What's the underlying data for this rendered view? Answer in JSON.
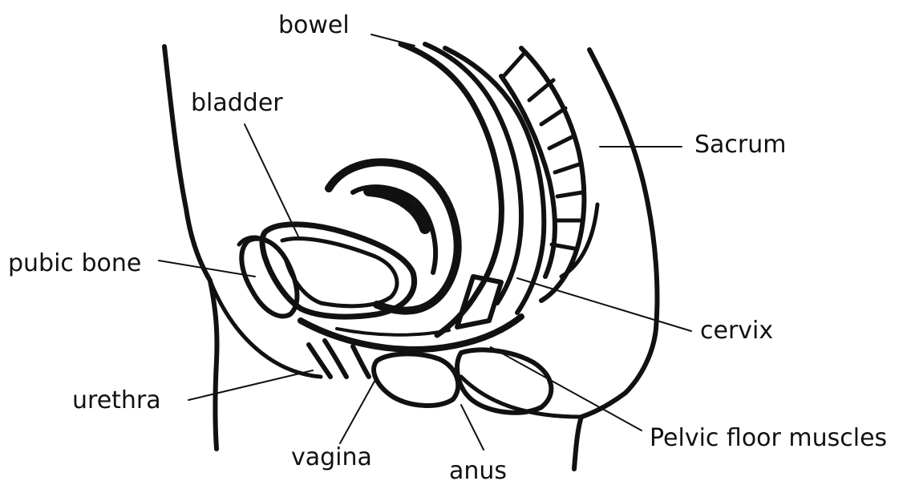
{
  "labels": {
    "bowel": "bowel",
    "bladder": "bladder",
    "sacrum": "Sacrum",
    "pubic_bone": "pubic bone",
    "cervix": "cervix",
    "urethra": "urethra",
    "pelvic_floor_muscles": "Pelvic floor muscles",
    "vagina": "vagina",
    "anus": "anus"
  },
  "colors": {
    "ink": "#111111",
    "background": "#ffffff"
  }
}
